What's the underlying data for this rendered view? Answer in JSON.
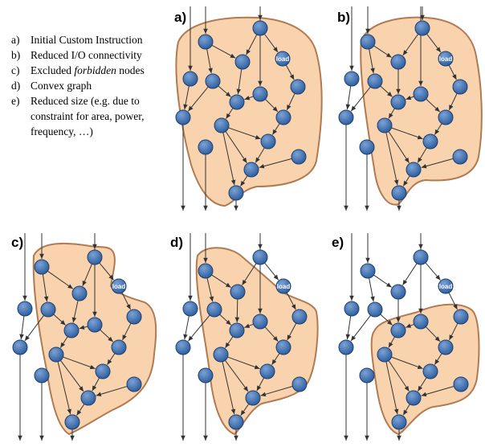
{
  "legend": [
    {
      "key": "a)",
      "parts": [
        {
          "text": "Initial Custom Instruction"
        }
      ]
    },
    {
      "key": "b)",
      "parts": [
        {
          "text": "Reduced I/O connectivity"
        }
      ]
    },
    {
      "key": "c)",
      "parts": [
        {
          "text": "Excluded "
        },
        {
          "text": "forbidden",
          "italic": true
        },
        {
          "text": " nodes"
        }
      ]
    },
    {
      "key": "d)",
      "parts": [
        {
          "text": "Convex graph"
        }
      ]
    },
    {
      "key": "e)",
      "parts": [
        {
          "text": "Reduced size (e.g. due to constraint for area, power, frequency, …)"
        }
      ]
    }
  ],
  "panels": [
    {
      "id": "a",
      "label": "a)"
    },
    {
      "id": "b",
      "label": "b)"
    },
    {
      "id": "c",
      "label": "c)"
    },
    {
      "id": "d",
      "label": "d)"
    },
    {
      "id": "e",
      "label": "e)"
    }
  ],
  "load_label": "load",
  "colors": {
    "region_fill": "#f9d2ae",
    "region_stroke": "#b07b52",
    "node_fill": "#2e5e9e",
    "node_highlight": "#7ba2d6",
    "node_stroke": "#1d3f6e",
    "edge": "#333333"
  }
}
